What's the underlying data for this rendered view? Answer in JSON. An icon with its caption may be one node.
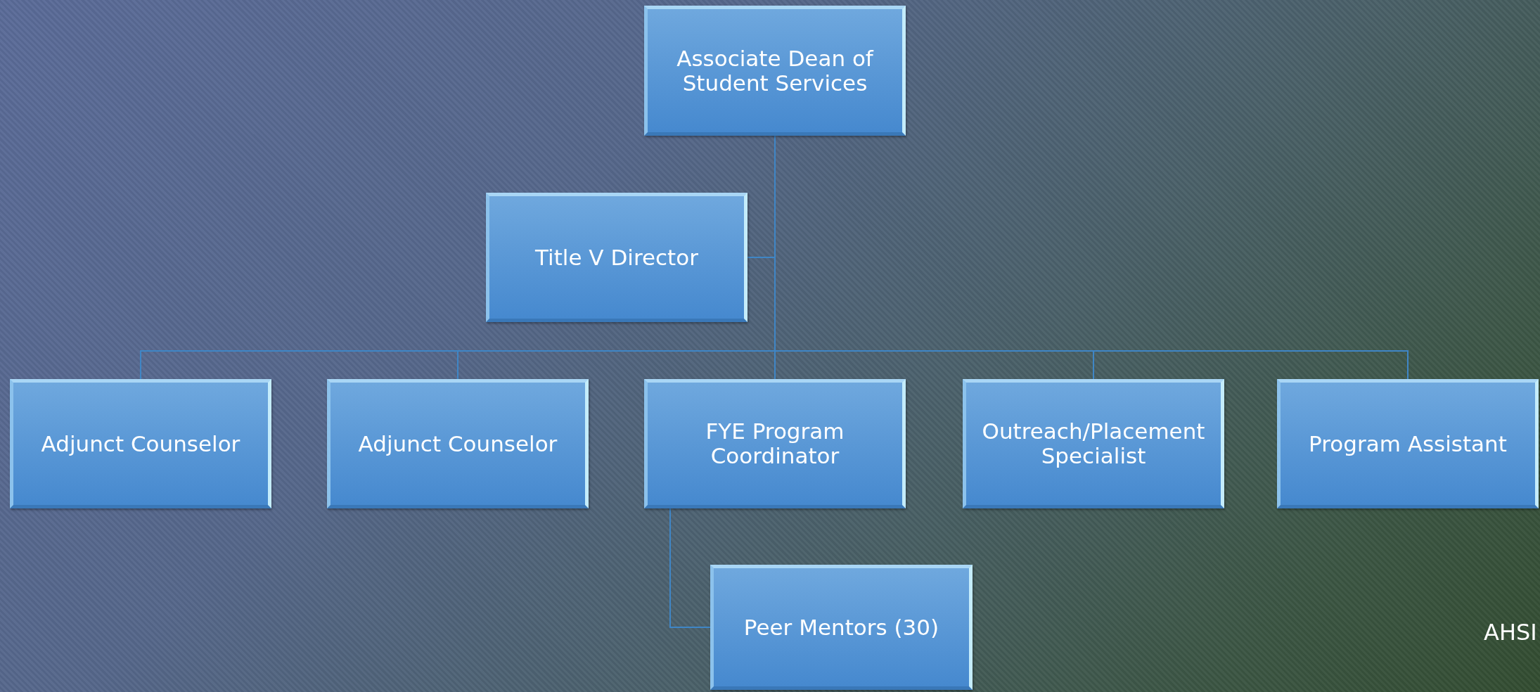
{
  "diagram": {
    "nodes": [
      {
        "text": [
          "Associate Dean of Student Services"
        ]
      },
      {
        "text": [
          "Title V Director"
        ]
      },
      {
        "text": [
          "Adjunct Counselor"
        ]
      },
      {
        "text": [
          "Adjunct Counselor"
        ]
      },
      {
        "text": [
          "FYE Program Coordinator"
        ]
      },
      {
        "text": [
          "Outreach/Placement Specialist"
        ]
      },
      {
        "text": [
          "Program Assistant"
        ]
      },
      {
        "text": [
          "Peer Mentors (30)"
        ]
      }
    ],
    "edges": [
      {
        "from": 0,
        "to": 1,
        "arrow": "none"
      },
      {
        "from": 0,
        "to": 2,
        "arrow": "none"
      },
      {
        "from": 0,
        "to": 3,
        "arrow": "none"
      },
      {
        "from": 0,
        "to": 4,
        "arrow": "none"
      },
      {
        "from": 0,
        "to": 5,
        "arrow": "none"
      },
      {
        "from": 0,
        "to": 6,
        "arrow": "none"
      },
      {
        "from": 4,
        "to": 7,
        "arrow": "none"
      }
    ],
    "labels": [
      "AHSI"
    ]
  }
}
